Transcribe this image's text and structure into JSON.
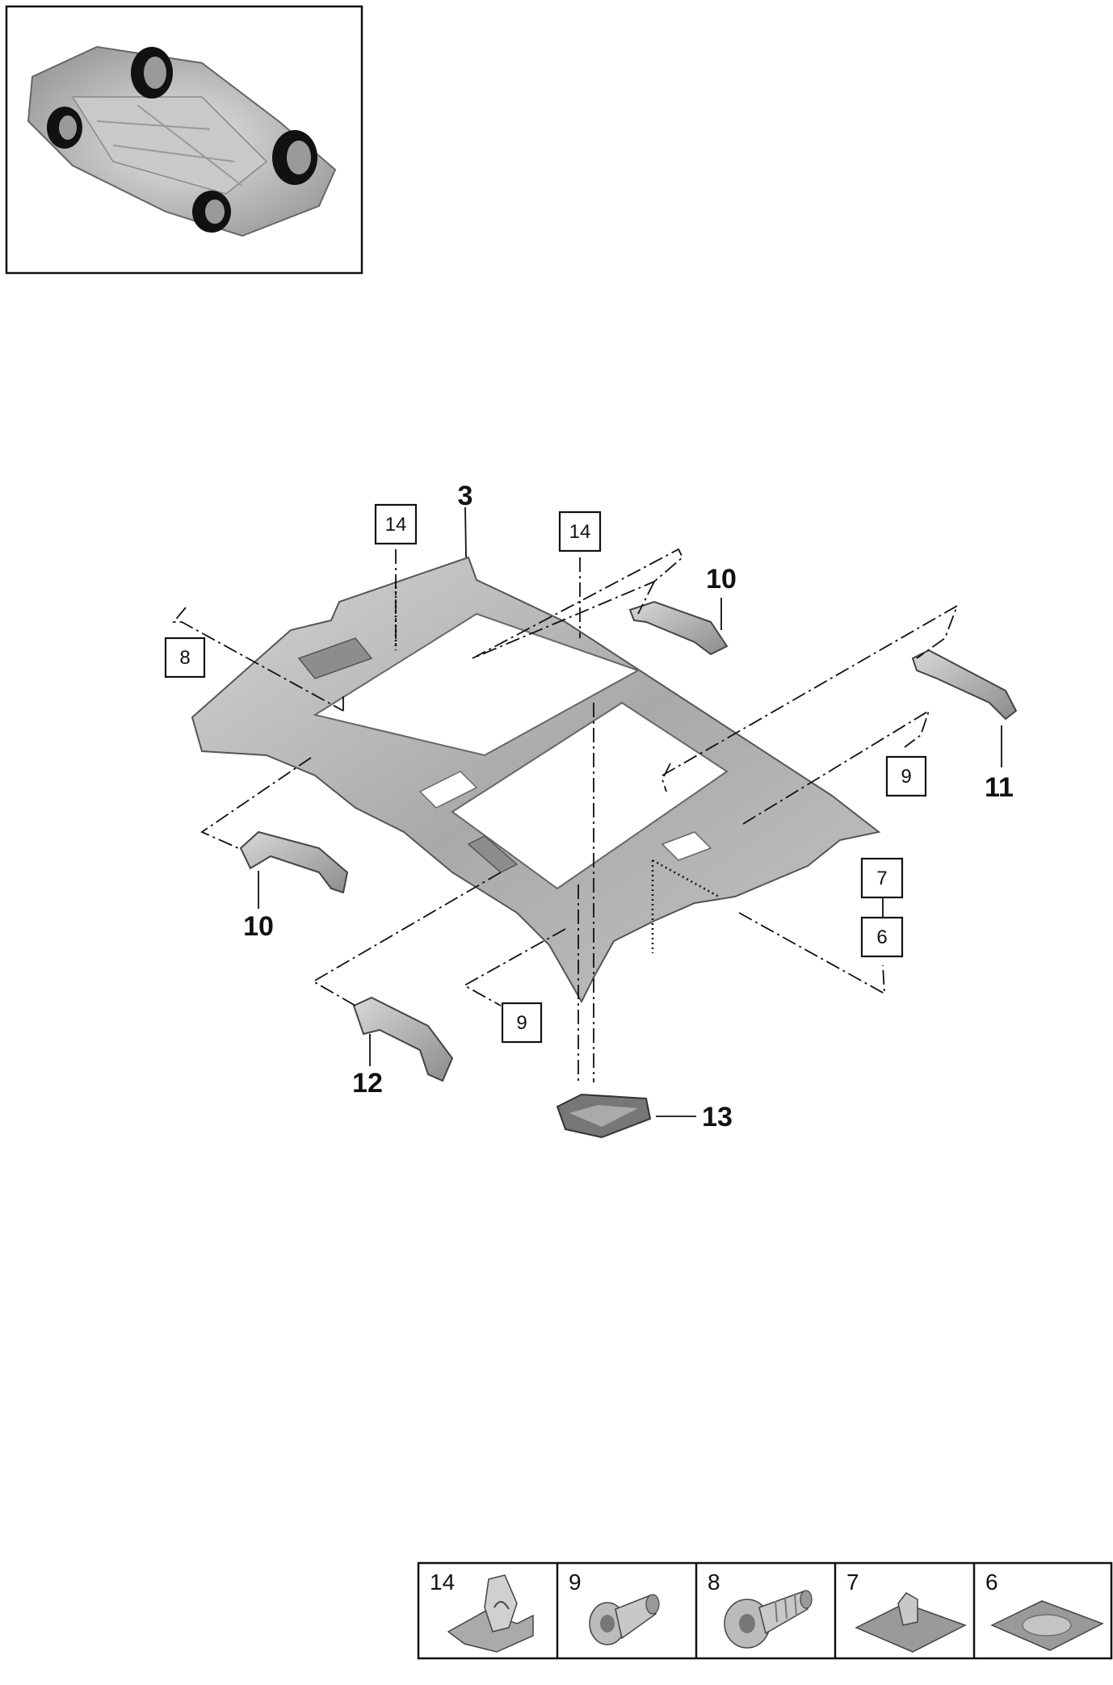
{
  "callouts": {
    "c3": "3",
    "c10a": "10",
    "c10b": "10",
    "c11": "11",
    "c12": "12",
    "c13": "13"
  },
  "boxes": {
    "b14a": "14",
    "b14b": "14",
    "b8": "8",
    "b9a": "9",
    "b9b": "9",
    "b7": "7",
    "b6": "6"
  },
  "legend": {
    "items": [
      {
        "number": "14",
        "icon": "clip-icon"
      },
      {
        "number": "9",
        "icon": "screw-icon"
      },
      {
        "number": "8",
        "icon": "stud-bolt-icon"
      },
      {
        "number": "7",
        "icon": "pad-with-clip-icon"
      },
      {
        "number": "6",
        "icon": "pad-icon"
      }
    ]
  },
  "colors": {
    "part_fill": "#b5b5b5",
    "part_dark": "#7d7d7d",
    "line": "#111111"
  }
}
